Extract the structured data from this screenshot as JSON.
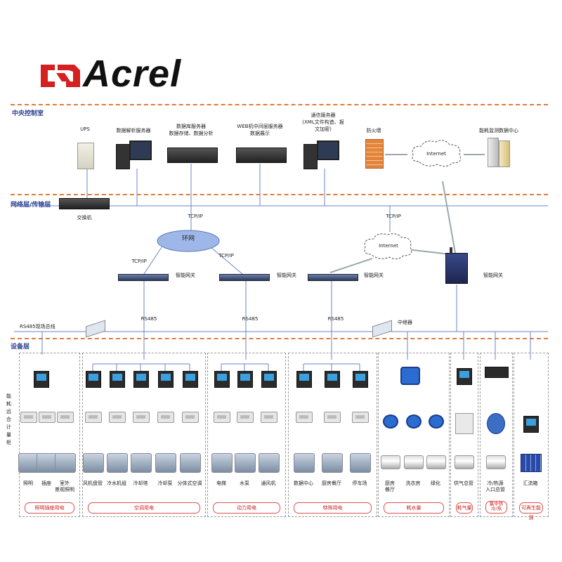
{
  "brand": {
    "name": "Acrel",
    "logo_color": "#d42020"
  },
  "layers": {
    "central": "中央控制室",
    "network": "网络层/传输层",
    "device": "设备层"
  },
  "central": {
    "ups": "UPS",
    "parse_server": "数据解析服务器",
    "db_server_1": "数据库服务器",
    "db_server_2": "数据存储、数据分析",
    "web_server_1": "WEB机中间层服务器",
    "web_server_2": "数据展示",
    "comm_server_1": "通信服务器",
    "comm_server_2": "(XML文件构造、报",
    "comm_server_3": "文加密)",
    "firewall": "防火墙",
    "internet": "Internet",
    "datacenter": "能耗监测数据中心"
  },
  "network": {
    "switch": "交换机",
    "ring": "环网",
    "tcpip": "TCP/IP",
    "internet": "Internet",
    "gateway": "智能网关",
    "rs485_bus": "RS485现场总线",
    "rs485": "RS485",
    "repeater": "中继器"
  },
  "side_label": [
    "能",
    "耗",
    "远",
    "合",
    "计",
    "量",
    "柜"
  ],
  "groups": [
    {
      "name": "照明插座用电",
      "items": [
        [
          "照明"
        ],
        [
          "插座"
        ],
        [
          "室外",
          "景观照明"
        ]
      ]
    },
    {
      "name": "空调用电",
      "items": [
        [
          "风机盘管"
        ],
        [
          "冷水机组"
        ],
        [
          "冷却塔"
        ],
        [
          "冷却泵"
        ],
        [
          "分体式空调"
        ]
      ]
    },
    {
      "name": "动力用电",
      "items": [
        [
          "电梯"
        ],
        [
          "水泵"
        ],
        [
          "通风机"
        ]
      ]
    },
    {
      "name": "特殊用电",
      "items": [
        [
          "数据中心"
        ],
        [
          "厨房餐厅"
        ],
        [
          "停车场"
        ]
      ]
    },
    {
      "name": "耗水量",
      "items": [
        [
          "厨房",
          "餐厅"
        ],
        [
          "洗衣房"
        ],
        [
          "绿化"
        ]
      ]
    },
    {
      "name": "耗气量",
      "items": [
        [
          "供气总管"
        ]
      ]
    },
    {
      "name": "集中供冷/热",
      "items": [
        [
          "冷/热源",
          "入口总管"
        ]
      ]
    },
    {
      "name": "可再生能源",
      "items": [
        [
          "汇流箱"
        ]
      ]
    }
  ],
  "colors": {
    "accent_line": "#e07b39",
    "bus_line": "#6b86c9",
    "tag_border": "#e05050",
    "tag_text": "#d02020",
    "section_text": "#2a3f8f"
  }
}
